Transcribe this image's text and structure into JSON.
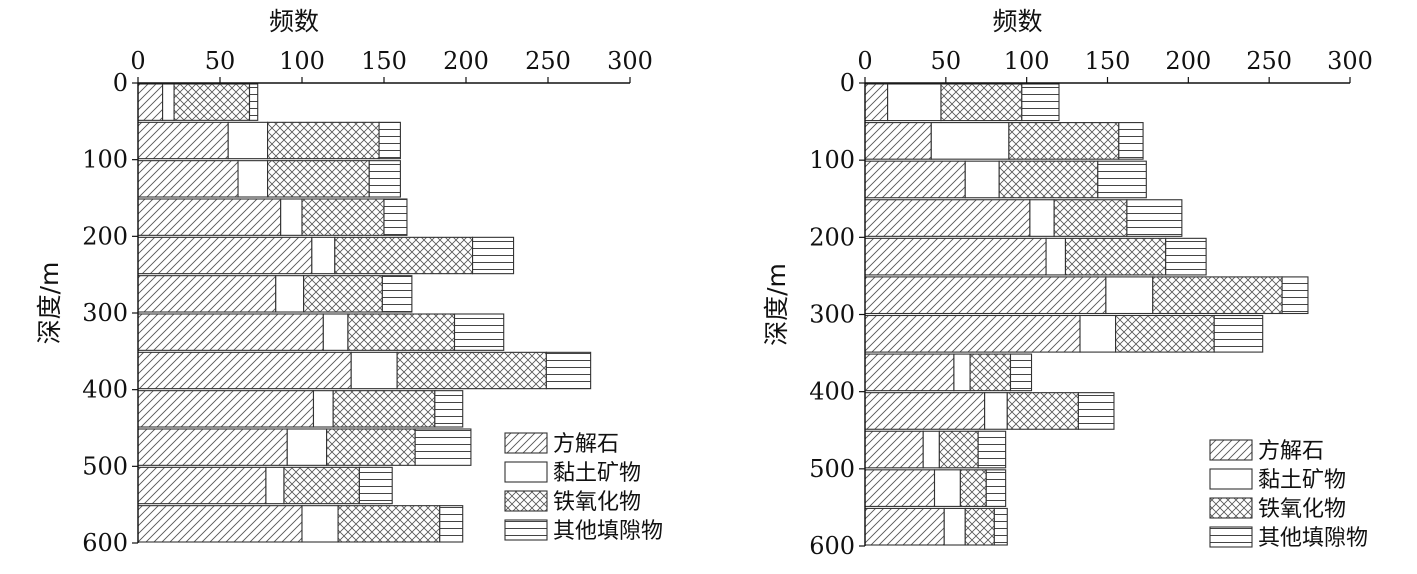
{
  "chart_data": [
    {
      "type": "bar",
      "orientation": "horizontal-stacked",
      "xlabel": "频数",
      "ylabel": "深度/m",
      "xlim": [
        0,
        300
      ],
      "ylim": [
        0,
        600
      ],
      "x_ticks": [
        0,
        50,
        100,
        150,
        200,
        250,
        300
      ],
      "y_ticks": [
        0,
        100,
        200,
        300,
        400,
        500,
        600
      ],
      "legend_position": "bottom-right",
      "legend": [
        "方解石",
        "黏土矿物",
        "铁氧化物",
        "其他填隙物"
      ],
      "bins": [
        {
          "from": 0,
          "to": 50,
          "values": [
            15,
            7,
            46,
            5
          ]
        },
        {
          "from": 50,
          "to": 100,
          "values": [
            55,
            24,
            68,
            13
          ]
        },
        {
          "from": 100,
          "to": 150,
          "values": [
            61,
            18,
            62,
            19
          ]
        },
        {
          "from": 150,
          "to": 200,
          "values": [
            87,
            13,
            50,
            14
          ]
        },
        {
          "from": 200,
          "to": 250,
          "values": [
            106,
            14,
            84,
            25
          ]
        },
        {
          "from": 250,
          "to": 300,
          "values": [
            84,
            17,
            48,
            18
          ]
        },
        {
          "from": 300,
          "to": 350,
          "values": [
            113,
            15,
            65,
            30
          ]
        },
        {
          "from": 350,
          "to": 400,
          "values": [
            130,
            28,
            91,
            27
          ]
        },
        {
          "from": 400,
          "to": 450,
          "values": [
            107,
            12,
            62,
            17
          ]
        },
        {
          "from": 450,
          "to": 500,
          "values": [
            91,
            24,
            54,
            34
          ]
        },
        {
          "from": 500,
          "to": 550,
          "values": [
            78,
            11,
            46,
            20
          ]
        },
        {
          "from": 550,
          "to": 600,
          "values": [
            100,
            22,
            62,
            14
          ]
        }
      ]
    },
    {
      "type": "bar",
      "orientation": "horizontal-stacked",
      "xlabel": "频数",
      "ylabel": "深度/m",
      "xlim": [
        0,
        300
      ],
      "ylim": [
        0,
        600
      ],
      "x_ticks": [
        0,
        50,
        100,
        150,
        200,
        250,
        300
      ],
      "y_ticks": [
        0,
        100,
        200,
        300,
        400,
        500,
        600
      ],
      "legend_position": "bottom-right",
      "legend": [
        "方解石",
        "黏土矿物",
        "铁氧化物",
        "其他填隙物"
      ],
      "bins": [
        {
          "from": 0,
          "to": 50,
          "values": [
            14,
            33,
            50,
            23
          ]
        },
        {
          "from": 50,
          "to": 100,
          "values": [
            41,
            48,
            68,
            15
          ]
        },
        {
          "from": 100,
          "to": 150,
          "values": [
            62,
            21,
            61,
            30
          ]
        },
        {
          "from": 150,
          "to": 200,
          "values": [
            102,
            15,
            45,
            34
          ]
        },
        {
          "from": 200,
          "to": 250,
          "values": [
            112,
            12,
            62,
            25
          ]
        },
        {
          "from": 250,
          "to": 300,
          "values": [
            149,
            29,
            80,
            16
          ]
        },
        {
          "from": 300,
          "to": 350,
          "values": [
            133,
            22,
            61,
            30
          ]
        },
        {
          "from": 350,
          "to": 400,
          "values": [
            55,
            10,
            25,
            13
          ]
        },
        {
          "from": 400,
          "to": 450,
          "values": [
            74,
            14,
            44,
            22
          ]
        },
        {
          "from": 450,
          "to": 500,
          "values": [
            36,
            10,
            24,
            17
          ]
        },
        {
          "from": 500,
          "to": 550,
          "values": [
            43,
            16,
            16,
            12
          ]
        },
        {
          "from": 550,
          "to": 600,
          "values": [
            49,
            13,
            18,
            8
          ]
        }
      ]
    }
  ]
}
